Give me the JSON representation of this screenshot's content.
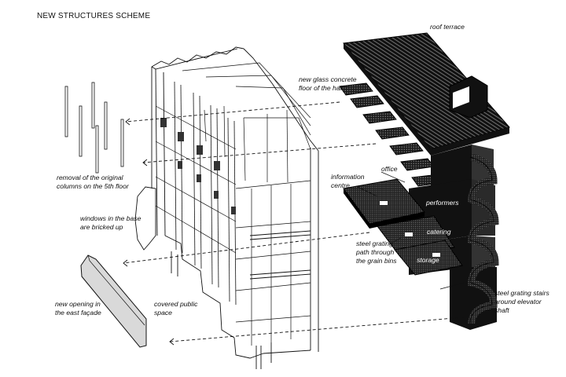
{
  "title": "NEW STRUCTURES SCHEME",
  "labels": {
    "roof_terrace": "roof terrace",
    "glass_floor": [
      "new glass concrete",
      "floor of the hall"
    ],
    "office": "office",
    "information_centre": [
      "information",
      "centre"
    ],
    "performers": "performers",
    "catering": "catering",
    "storage": "storage",
    "grating_path": [
      "steel grating",
      "path through",
      "the grain bins"
    ],
    "grating_stairs": [
      "steel grating stairs",
      "around elevator",
      "shaft"
    ],
    "removal_columns": [
      "removal of the original",
      "columns on the 5th floor"
    ],
    "windows_bricked": [
      "windows in the base",
      "are bricked up"
    ],
    "new_opening": [
      "new opening in",
      "the east façade"
    ],
    "covered_space": [
      "covered public",
      "space"
    ]
  }
}
